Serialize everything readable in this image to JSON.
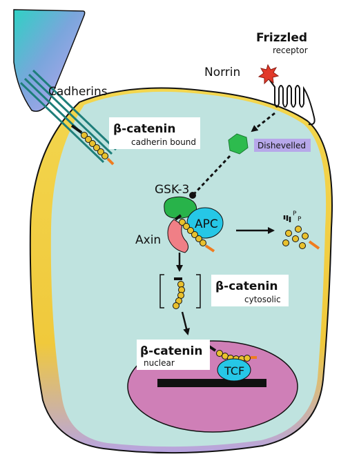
{
  "labels": {
    "cadherins": "Cadherins",
    "frizzled": "Frizzled",
    "frizzled_sub": "receptor",
    "norrin": "Norrin",
    "catenin_bound_title": "β-catenin",
    "catenin_bound_sub": "cadherin bound",
    "dishevelled": "Dishevelled",
    "gsk3": "GSK-3",
    "apc": "APC",
    "axin": "Axin",
    "catenin_cyto_title": "β-catenin",
    "catenin_cyto_sub": "cytosolic",
    "catenin_nuclear_title": "β-catenin",
    "catenin_nuclear_sub": "nuclear",
    "tcf": "TCF",
    "phospho_p1": "P",
    "phospho_p2": "P"
  },
  "colors": {
    "cytoplasm": "#bfe3df",
    "membrane_yellow": "#f1d24a",
    "membrane_purple": "#a99ad6",
    "nucleus": "#cf7fb7",
    "dishevelled": "#2dbb4e",
    "dishevelled_label_bg": "#b7a8ea",
    "gsk3": "#28b34a",
    "apc": "#26c7e6",
    "axin": "#f07f86",
    "tcf": "#26c7e6",
    "norrin": "#e23a2a",
    "catenin_bead": "#e9c12e",
    "catenin_tail": "#f07c1e"
  }
}
